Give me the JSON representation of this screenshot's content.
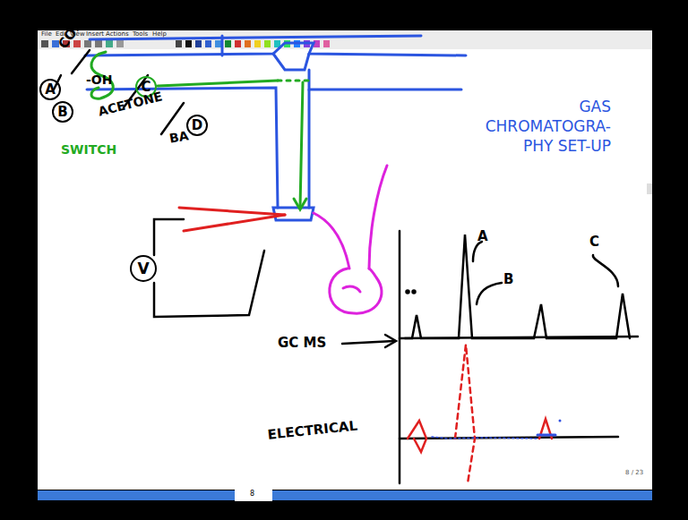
{
  "diagram": {
    "nodes": [
      {
        "text": [
          "A"
        ]
      },
      {
        "text": [
          "B"
        ]
      },
      {
        "text": [
          "C"
        ]
      },
      {
        "text": [
          "D"
        ]
      },
      {
        "text": [
          "V"
        ]
      }
    ],
    "labels": [
      "File",
      "Edit",
      "View",
      "Insert",
      "Actions",
      "Tools",
      "Help",
      "CO2",
      "-OH",
      "ACETONE",
      "BA",
      "SWITCH",
      "GAS CHROMATOGRA- PHY SET-UP",
      "A",
      "B",
      "C",
      "GC MS",
      "ELECTRICAL",
      "8",
      "8 / 23"
    ]
  }
}
